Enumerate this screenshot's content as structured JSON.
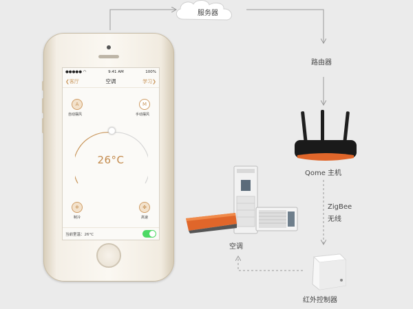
{
  "diagram": {
    "nodes": {
      "server": "服务器",
      "router": "路由器",
      "host": "Qome 主机",
      "zigbee": "ZigBee",
      "wireless": "无线",
      "ac": "空调",
      "ir": "红外控制器"
    }
  },
  "phone": {
    "status": {
      "time": "9:41 AM",
      "battery": "100%"
    },
    "nav": {
      "back": "客厅",
      "title": "空调",
      "learn": "学习"
    },
    "modes": {
      "auto": {
        "glyph": "A",
        "label": "自动摆风"
      },
      "manual": {
        "glyph": "M",
        "label": "手动摆风"
      },
      "cool": {
        "glyph": "❄",
        "label": "制冷"
      },
      "fan": {
        "glyph": "✤",
        "label": "高速"
      }
    },
    "temperature": "26°C",
    "footer": {
      "current_label": "当前室温：26°C"
    }
  },
  "colors": {
    "accent": "#c8955a",
    "toggle_on": "#4cd964",
    "router_orange": "#e0662a",
    "arrow": "#999999"
  }
}
